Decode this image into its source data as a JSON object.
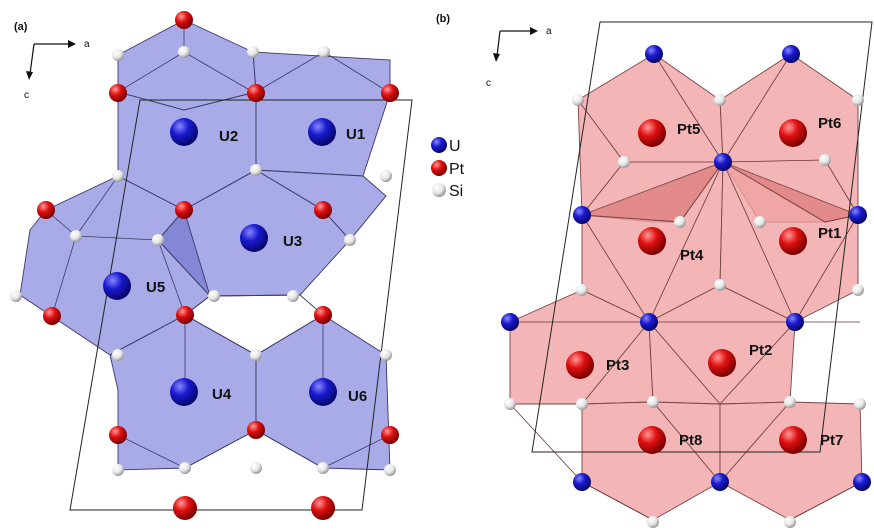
{
  "panels": {
    "a": {
      "tag": "(a)",
      "axis_a": "a",
      "axis_c": "c",
      "labels": [
        "U1",
        "U2",
        "U3",
        "U4",
        "U5",
        "U6"
      ]
    },
    "b": {
      "tag": "(b)",
      "axis_a": "a",
      "axis_c": "c",
      "labels": [
        "Pt1",
        "Pt2",
        "Pt3",
        "Pt4",
        "Pt5",
        "Pt6",
        "Pt7",
        "Pt8"
      ]
    }
  },
  "legend": {
    "items": [
      {
        "label": "U",
        "color": "#1a1ab8"
      },
      {
        "label": "Pt",
        "color": "#d81010"
      },
      {
        "label": "Si",
        "color": "#e8e8e8"
      }
    ]
  },
  "colors": {
    "u_polyhedra": "#8f93e0",
    "pt_polyhedra": "#f0a2a2"
  }
}
